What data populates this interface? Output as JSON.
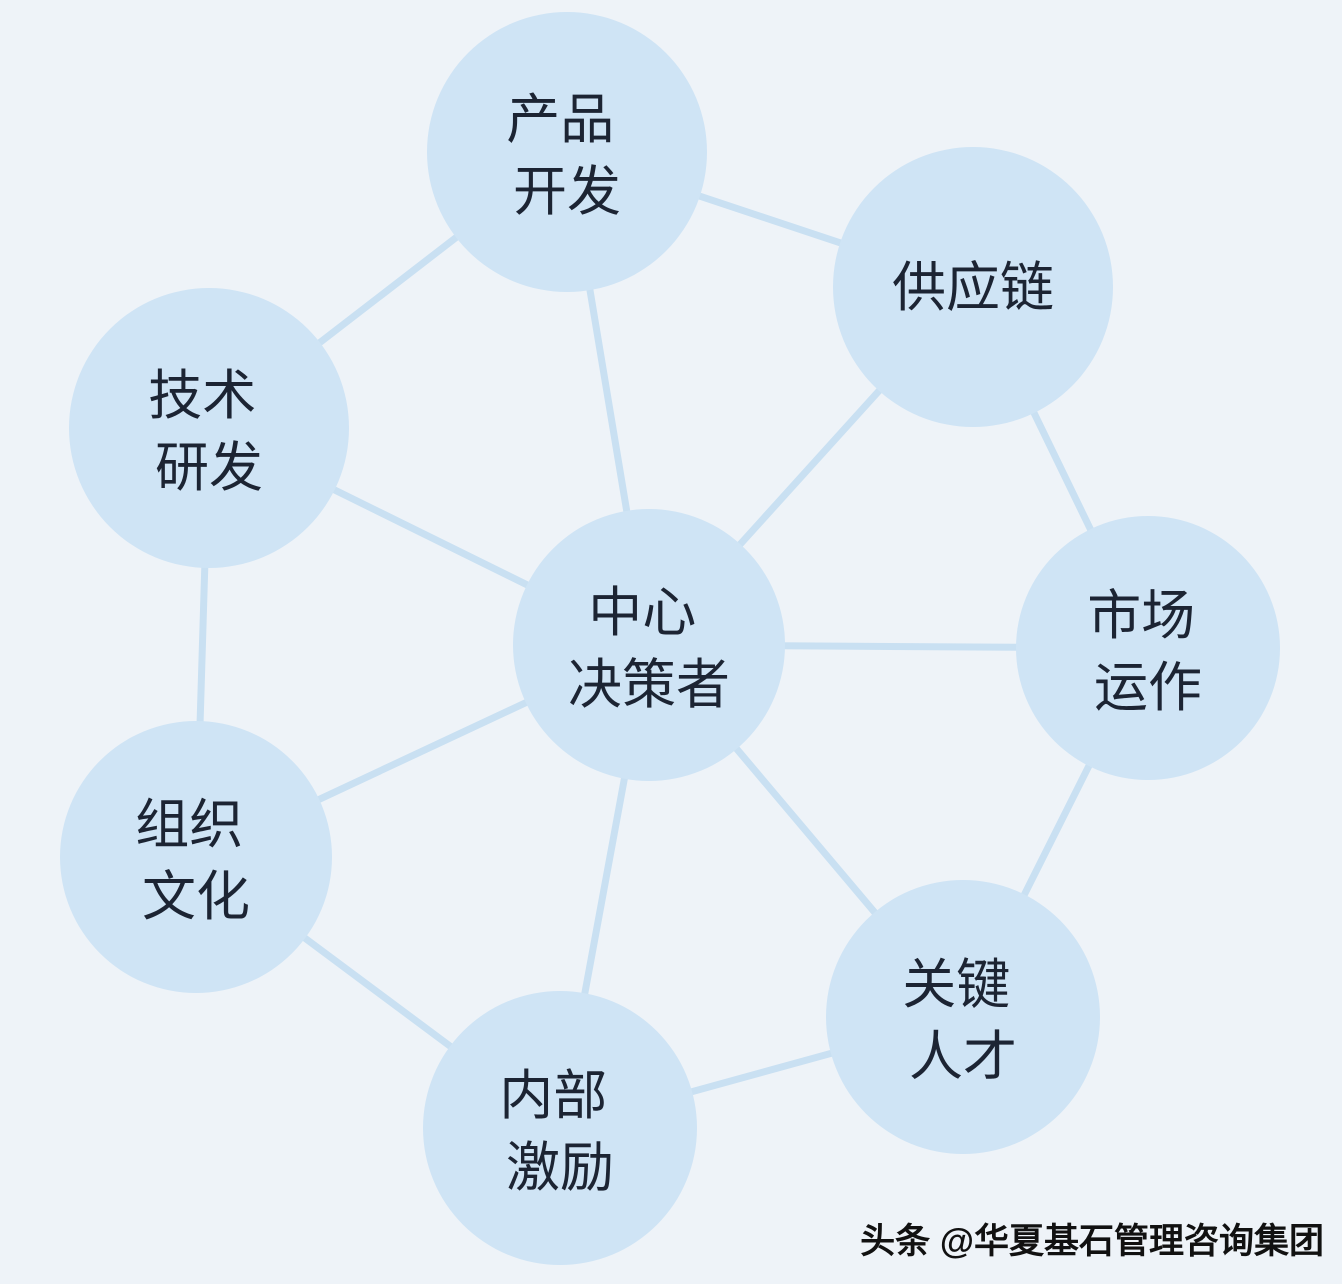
{
  "diagram": {
    "type": "network",
    "description": "Hub-and-spoke diagram: central decision maker connected to seven business domains arranged in a ring; adjacent ring nodes are also connected.",
    "center_node": "中心决策者",
    "ring_nodes": [
      "产品开发",
      "供应链",
      "市场运作",
      "关键人才",
      "内部激励",
      "组织文化",
      "技术研发"
    ],
    "edges": [
      [
        "中心决策者",
        "产品开发"
      ],
      [
        "中心决策者",
        "供应链"
      ],
      [
        "中心决策者",
        "市场运作"
      ],
      [
        "中心决策者",
        "关键人才"
      ],
      [
        "中心决策者",
        "内部激励"
      ],
      [
        "中心决策者",
        "组织文化"
      ],
      [
        "中心决策者",
        "技术研发"
      ],
      [
        "产品开发",
        "供应链"
      ],
      [
        "供应链",
        "市场运作"
      ],
      [
        "市场运作",
        "关键人才"
      ],
      [
        "关键人才",
        "内部激励"
      ],
      [
        "内部激励",
        "组织文化"
      ],
      [
        "组织文化",
        "技术研发"
      ],
      [
        "技术研发",
        "产品开发"
      ]
    ]
  },
  "nodes": {
    "center": {
      "lines": [
        "中心",
        "决策者"
      ]
    },
    "product_dev": {
      "lines": [
        "产品",
        "开发"
      ]
    },
    "supply_chain": {
      "lines": [
        "供应链"
      ]
    },
    "market_ops": {
      "lines": [
        "市场",
        "运作"
      ]
    },
    "key_talent": {
      "lines": [
        "关键",
        "人才"
      ]
    },
    "internal_incentive": {
      "lines": [
        "内部",
        "激励"
      ]
    },
    "org_culture": {
      "lines": [
        "组织",
        "文化"
      ]
    },
    "tech_rd": {
      "lines": [
        "技术",
        "研发"
      ]
    }
  },
  "watermark": "头条 @华夏基石管理咨询集团",
  "colors": {
    "background": "#eef3f8",
    "node_fill": "#cfe4f5",
    "edge": "#c9e0f2",
    "text": "#1c2433",
    "watermark": "#111111"
  }
}
